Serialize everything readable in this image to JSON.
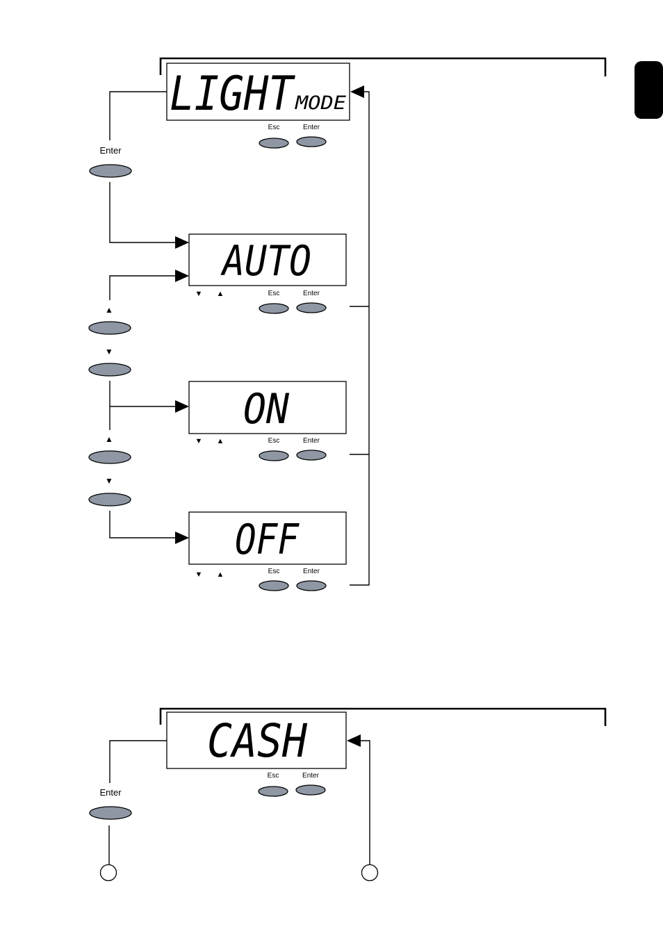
{
  "top_menu": {
    "display_main": "LIGHT",
    "display_sub": "MODE",
    "esc_label": "Esc",
    "enter_label": "Enter",
    "side_enter_label": "Enter"
  },
  "options": [
    {
      "display": "AUTO",
      "esc_label": "Esc",
      "enter_label": "Enter",
      "down_glyph": "▼",
      "up_glyph": "▲"
    },
    {
      "display": "ON",
      "esc_label": "Esc",
      "enter_label": "Enter",
      "down_glyph": "▼",
      "up_glyph": "▲"
    },
    {
      "display": "OFF",
      "esc_label": "Esc",
      "enter_label": "Enter",
      "down_glyph": "▼",
      "up_glyph": "▲"
    }
  ],
  "nav_buttons": {
    "up_glyph": "▲",
    "down_glyph": "▼"
  },
  "bottom_menu": {
    "display_main": "CASH",
    "esc_label": "Esc",
    "enter_label": "Enter",
    "side_enter_label": "Enter"
  },
  "colors": {
    "button_fill": "#8e97a3",
    "tab_fill": "#000000"
  }
}
